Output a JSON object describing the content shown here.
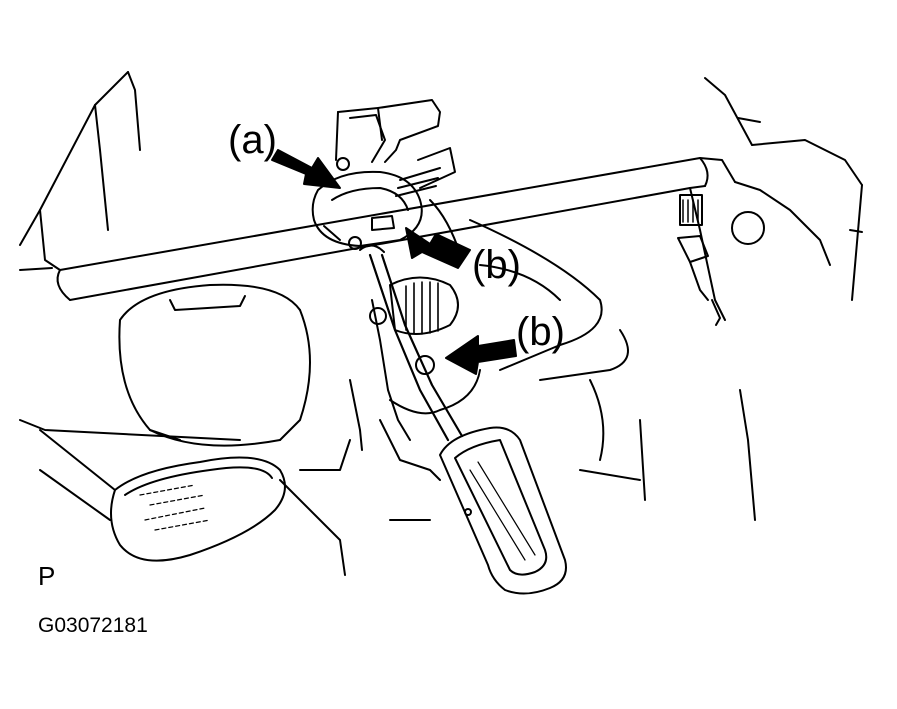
{
  "figure": {
    "callouts": {
      "a": "(a)",
      "b_upper": "(b)",
      "b_lower": "(b)"
    },
    "view_letter": "P",
    "figure_id": "G03072181"
  },
  "colors": {
    "line": "#000000",
    "background": "#ffffff"
  }
}
